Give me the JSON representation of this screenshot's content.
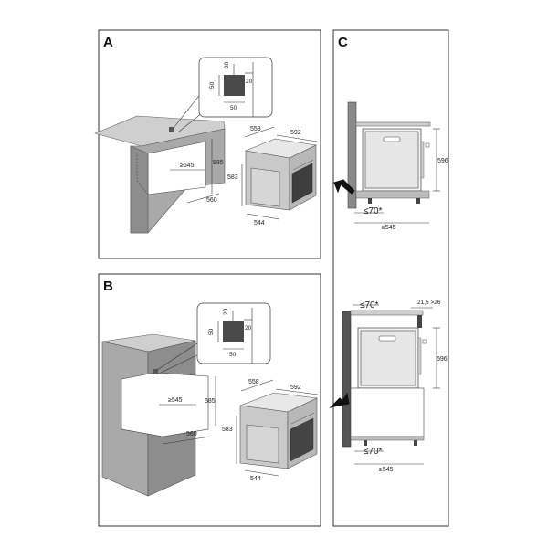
{
  "panels": {
    "a": {
      "letter": "A"
    },
    "b": {
      "letter": "B"
    },
    "c": {
      "letter": "C"
    }
  },
  "inset": {
    "top": "20",
    "right": "20",
    "left": "50",
    "bottom": "50"
  },
  "cabinet": {
    "depth": "≥545",
    "height": "585",
    "width": "560"
  },
  "oven": {
    "depth": "558",
    "width_top": "592",
    "height": "583",
    "width_front": "544"
  },
  "side_view": {
    "height": "596",
    "gap": "≤70*",
    "depth": "≥545",
    "top_gap": "21,5 >26"
  }
}
